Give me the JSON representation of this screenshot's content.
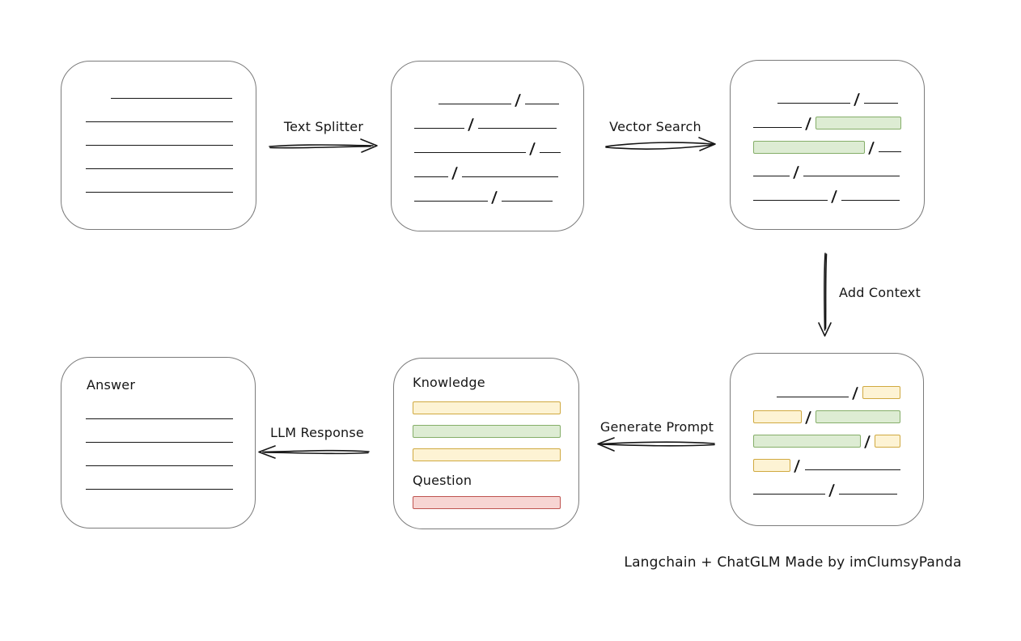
{
  "caption": "Langchain + ChatGLM Made by imClumsyPanda",
  "colors": {
    "background": "#ffffff",
    "ink": "#161616",
    "box_border": "#7b7b7b",
    "green_fill": "#ddecd3",
    "green_border": "#85ae69",
    "yellow_fill": "#fdf3d4",
    "yellow_border": "#d0a940",
    "red_fill": "#f7d5d3",
    "red_border": "#bf5450"
  },
  "arrows": {
    "text_splitter": {
      "label": "Text Splitter",
      "direction": "right"
    },
    "vector_search": {
      "label": "Vector Search",
      "direction": "right"
    },
    "add_context": {
      "label": "Add Context",
      "direction": "down"
    },
    "generate_prompt": {
      "label": "Generate Prompt",
      "direction": "left"
    },
    "llm_response": {
      "label": "LLM Response",
      "direction": "left"
    }
  },
  "nodes": {
    "document": {
      "lines": [
        {
          "indent": 31,
          "w": 150
        },
        {
          "indent": 0,
          "w": 182
        },
        {
          "indent": 0,
          "w": 182
        },
        {
          "indent": 0,
          "w": 182
        },
        {
          "indent": 0,
          "w": 182
        }
      ]
    },
    "split_text": {
      "rows": [
        [
          {
            "t": "sp",
            "w": 30
          },
          {
            "t": "ln",
            "w": 90
          },
          {
            "t": "ln",
            "w": 42
          }
        ],
        [
          {
            "t": "ln",
            "w": 62
          },
          {
            "t": "ln",
            "w": 97
          }
        ],
        [
          {
            "t": "ln",
            "w": 140
          },
          {
            "t": "ln",
            "w": 26
          }
        ],
        [
          {
            "t": "ln",
            "w": 42
          },
          {
            "t": "ln",
            "w": 119
          }
        ],
        [
          {
            "t": "ln",
            "w": 91
          },
          {
            "t": "ln",
            "w": 63
          }
        ]
      ]
    },
    "search_result": {
      "rows": [
        [
          {
            "t": "sp",
            "w": 30
          },
          {
            "t": "ln",
            "w": 90
          },
          {
            "t": "ln",
            "w": 42
          }
        ],
        [
          {
            "t": "ln",
            "w": 60
          },
          {
            "t": "gr",
            "w": 107
          }
        ],
        [
          {
            "t": "gr",
            "w": 138
          },
          {
            "t": "ln",
            "w": 28
          }
        ],
        [
          {
            "t": "ln",
            "w": 45
          },
          {
            "t": "ln",
            "w": 119
          }
        ],
        [
          {
            "t": "ln",
            "w": 92
          },
          {
            "t": "ln",
            "w": 72
          }
        ]
      ]
    },
    "context_result": {
      "rows": [
        [
          {
            "t": "sp",
            "w": 30
          },
          {
            "t": "ln",
            "w": 92
          },
          {
            "t": "yl",
            "w": 48
          }
        ],
        [
          {
            "t": "yl",
            "w": 61
          },
          {
            "t": "gr",
            "w": 106
          }
        ],
        [
          {
            "t": "gr",
            "w": 138
          },
          {
            "t": "yl",
            "w": 33
          }
        ],
        [
          {
            "t": "yl",
            "w": 47
          },
          {
            "t": "ln",
            "w": 120
          }
        ],
        [
          {
            "t": "ln",
            "w": 89
          },
          {
            "t": "ln",
            "w": 72
          }
        ]
      ]
    },
    "prompt": {
      "knowledge_label": "Knowledge",
      "question_label": "Question",
      "knowledge_bars": [
        "yellow",
        "green",
        "yellow"
      ],
      "question_bars": [
        "red"
      ]
    },
    "answer": {
      "label": "Answer",
      "lines": [
        {
          "indent": 0,
          "w": 182
        },
        {
          "indent": 0,
          "w": 182
        },
        {
          "indent": 0,
          "w": 182
        },
        {
          "indent": 0,
          "w": 182
        }
      ]
    }
  }
}
